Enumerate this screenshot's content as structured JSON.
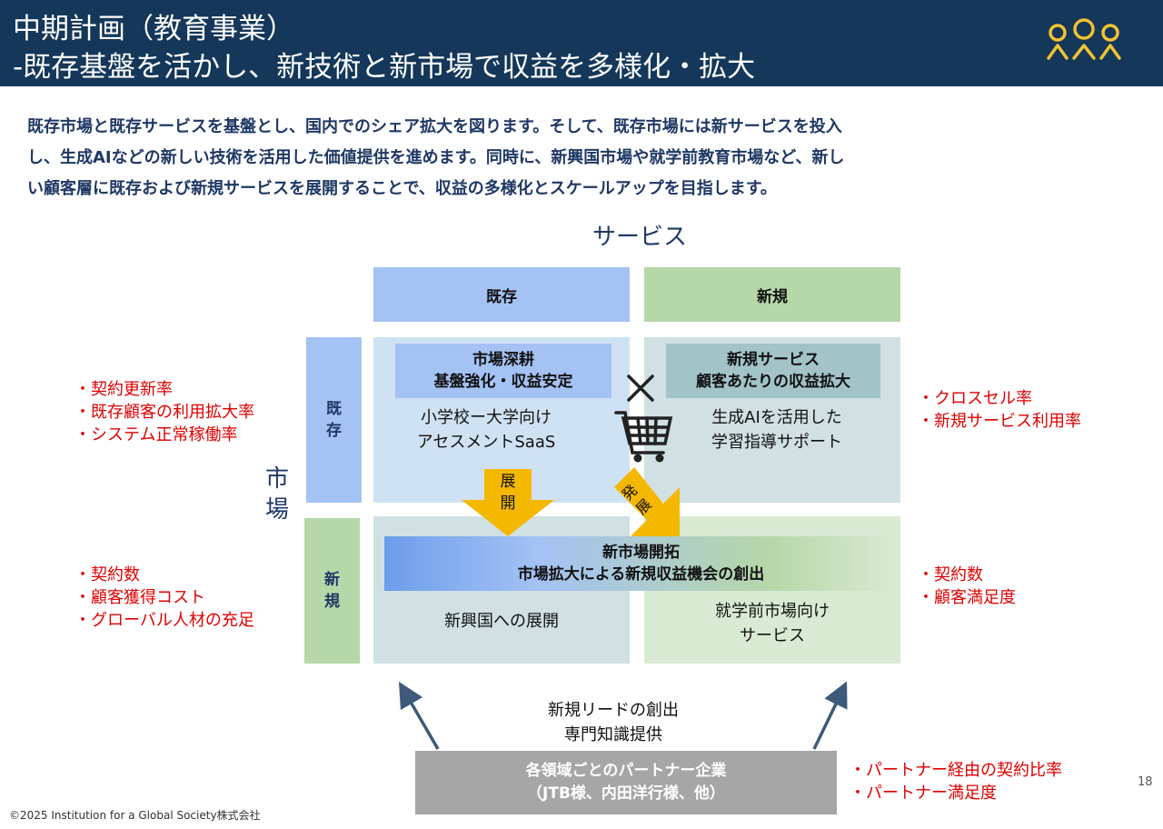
{
  "header": {
    "title_line1": "中期計画（教育事業）",
    "title_line2": "-既存基盤を活かし、新技術と新市場で収益を多様化・拡大"
  },
  "lead": [
    "既存市場と既存サービスを基盤とし、国内でのシェア拡大を図ります。そして、既存市場には新サービスを投入",
    "し、生成AIなどの新しい技術を活用した価値提供を進めます。同時に、新興国市場や就学前教育市場など、新し",
    "い顧客層に既存および新規サービスを展開することで、収益の多様化とスケールアップを目指します。"
  ],
  "matrix": {
    "service_axis": "サービス",
    "market_axis": [
      "市",
      "場"
    ],
    "col_existing": "既存",
    "col_new": "新規",
    "row_existing": [
      "既",
      "存"
    ],
    "row_new": [
      "新",
      "規"
    ],
    "cell_tl": {
      "tag": [
        "市場深耕",
        "基盤強化・収益安定"
      ],
      "text": [
        "小学校ー大学向け",
        "アセスメントSaaS"
      ]
    },
    "cell_tr": {
      "tag": [
        "新規サービス",
        "顧客あたりの収益拡大"
      ],
      "text": [
        "生成AIを活用した",
        "学習指導サポート"
      ]
    },
    "bottom_band": [
      "新市場開拓",
      "市場拡大による新規収益機会の創出"
    ],
    "cell_bl_text": "新興国への展開",
    "cell_br_text": [
      "就学前市場向け",
      "サービス"
    ],
    "arrow_down": [
      "展",
      "開"
    ],
    "arrow_diag": [
      "発",
      "展"
    ]
  },
  "kpis": {
    "left_top": [
      "・契約更新率",
      "・既存顧客の利用拡大率",
      "・システム正常稼働率"
    ],
    "left_bottom": [
      "・契約数",
      "・顧客獲得コスト",
      "・グローバル人材の充足"
    ],
    "right_top": [
      "・クロスセル率",
      "・新規サービス利用率"
    ],
    "right_bottom": [
      "・契約数",
      "・顧客満足度"
    ],
    "partner": [
      "・パートナー経由の契約比率",
      "・パートナー満足度"
    ]
  },
  "partner": {
    "lead_text": [
      "新規リードの創出",
      "専門知識提供"
    ],
    "box": [
      "各領域ごとのパートナー企業",
      "（JTB様、内田洋行様、他）"
    ]
  },
  "footer": {
    "copyright": "©2025  Institution for a Global Society株式会社",
    "page": "18"
  },
  "colors": {
    "header_bg": "#14375a",
    "existing_blue": "#a4c2f4",
    "new_green": "#b6d7a8",
    "kpi_red": "#e00000",
    "arrow_yellow": "#f5b800"
  }
}
